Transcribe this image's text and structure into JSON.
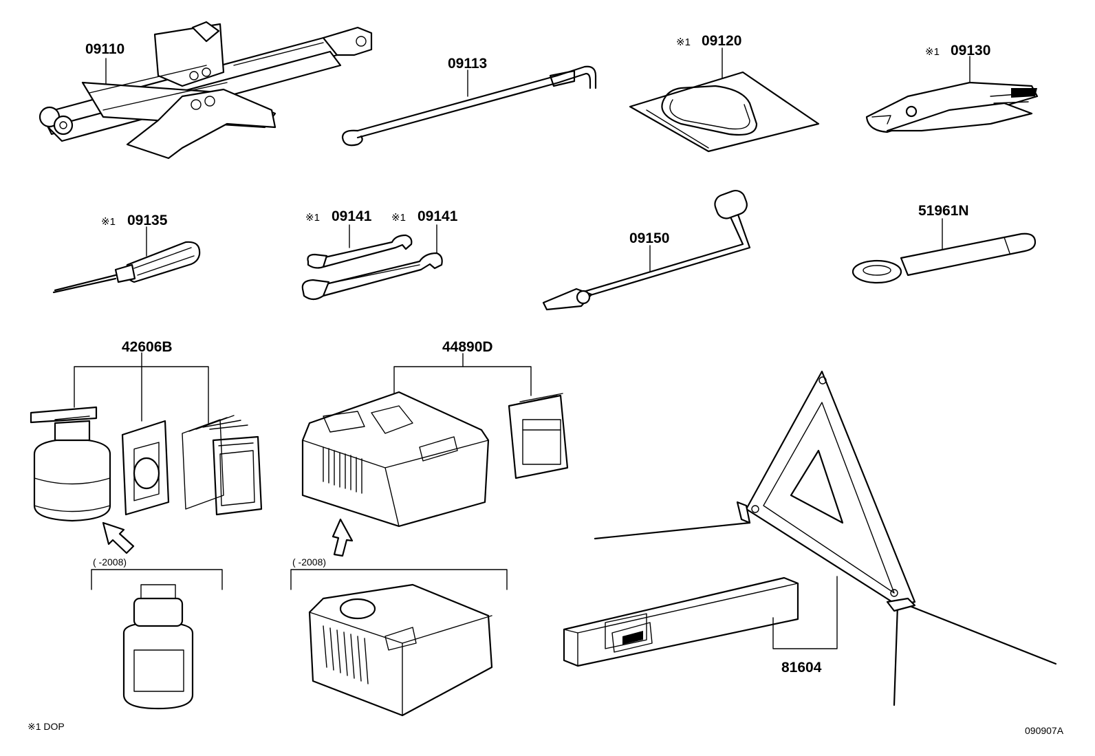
{
  "parts": {
    "jack": "09110",
    "jack_handle": "09113",
    "tool_bag": "09120",
    "pliers": "09130",
    "screwdriver": "09135",
    "wrench_a": "09141",
    "wrench_b": "09141",
    "lug_wrench": "09150",
    "towing_eye": "51961N",
    "repair_kit_a": "42606B",
    "repair_kit_b": "44890D",
    "warning_triangle": "81604"
  },
  "prefix": "※1",
  "ranges": {
    "kit_a": "(        -2008)",
    "kit_b": "(        -2008)"
  },
  "footnote": "※1  DOP",
  "figure_code": "090907A"
}
